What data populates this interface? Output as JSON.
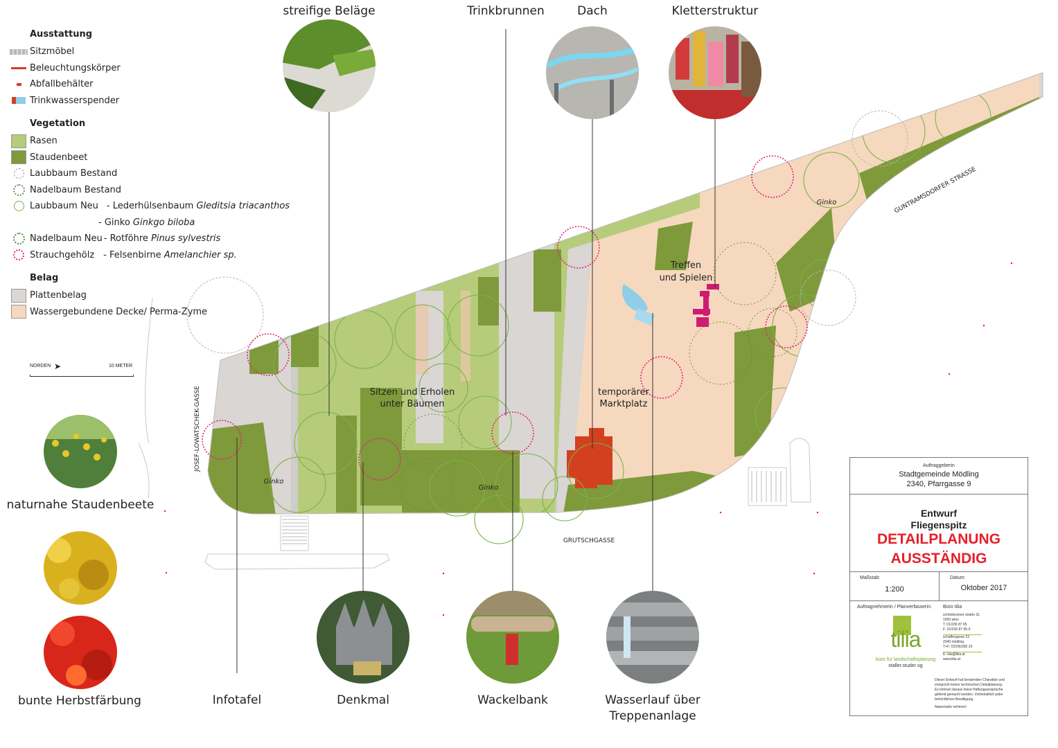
{
  "legend": {
    "ausstattung": {
      "title": "Ausstattung",
      "items": [
        {
          "label": "Sitzmöbel",
          "icon": "bench-icon"
        },
        {
          "label": "Beleuchtungskörper",
          "icon": "light-line-icon"
        },
        {
          "label": "Abfallbehälter",
          "icon": "bin-icon"
        },
        {
          "label": "Trinkwasserspender",
          "icon": "water-dispenser-icon"
        }
      ]
    },
    "vegetation": {
      "title": "Vegetation",
      "rasen": "Rasen",
      "staudenbeet": "Staudenbeet",
      "laubbaum_bestand": "Laubbaum Bestand",
      "nadelbaum_bestand": "Nadelbaum Bestand",
      "laubbaum_neu": "Laubbaum Neu",
      "laubbaum_neu_1_prefix": "- Lederhülsenbaum ",
      "laubbaum_neu_1_latin": "Gleditsia triacanthos",
      "laubbaum_neu_2_prefix": "- Ginko ",
      "laubbaum_neu_2_latin": "Ginkgo biloba",
      "nadelbaum_neu": "Nadelbaum Neu",
      "nadelbaum_neu_prefix": "- Rotföhre ",
      "nadelbaum_neu_latin": "Pinus sylvestris",
      "strauch": "Strauchgehölz",
      "strauch_prefix": "- Felsenbirne ",
      "strauch_latin": "Amelanchier sp."
    },
    "belag": {
      "title": "Belag",
      "platten": "Plattenbelag",
      "wasser": "Wassergebundene Decke/ Perma-Zyme"
    }
  },
  "scale": {
    "north": "NORDEN",
    "meter": "10 METER"
  },
  "colors": {
    "rasen": "#b6cc7a",
    "staudenbeet": "#7f9a3a",
    "platten": "#d9d6d4",
    "wasser": "#f6d8be",
    "shrub": "#e0237e",
    "tree": "#79b34a",
    "accent_red": "#d3401f",
    "water": "#8fcde8",
    "magenta": "#d01b74"
  },
  "top_captions": {
    "belaege": "streifige Beläge",
    "trinkbrunnen": "Trinkbrunnen",
    "dach": "Dach",
    "kletter": "Kletterstruktur"
  },
  "left_captions": {
    "stauden": "naturnahe Staudenbeete",
    "herbst": "bunte Herbstfärbung"
  },
  "bottom_captions": {
    "infotafel": "Infotafel",
    "denkmal": "Denkmal",
    "wackelbank": "Wackelbank",
    "wasserlauf_1": "Wasserlauf über",
    "wasserlauf_2": "Treppenanlage"
  },
  "plan_labels": {
    "sitzen_1": "Sitzen und Erholen",
    "sitzen_2": "unter Bäumen",
    "markt_1": "temporärer",
    "markt_2": "Marktplatz",
    "treffen_1": "Treffen",
    "treffen_2": "und Spielen",
    "ginko_a": "Ginko",
    "ginko_b": "Ginko",
    "ginko_c": "Ginko",
    "street_josef": "JOSEF-LOWATSCHEK-GASSE",
    "street_grutsch": "GRUTSCHGASSE",
    "street_guntrams": "GUNTRAMSDORFER STRASSE"
  },
  "title_block": {
    "auftraggeberin": "Auftraggeberin",
    "client_1": "Stadtgemeinde Mödling",
    "client_2": "2340, Pfarrgasse 9",
    "entwurf_1": "Entwurf",
    "entwurf_2": "Fliegenspitz",
    "detail_1": "DETAILPLANUNG",
    "detail_2": "AUSSTÄNDIG",
    "massstab_label": "Maßstab:",
    "massstab": "1:200",
    "datum_label": "Datum:",
    "datum": "Oktober 2017",
    "auftragnehmer_label": "Auftragnehmerin / Planverfasserin:",
    "buero": "Büro tilia",
    "addr_1": "schönbrunner straße 31",
    "addr_2": "1050 wien",
    "addr_3": "T: 01/236 87 95",
    "addr_4": "F: 01/236 87 95-9",
    "addr_5": "schaffergasse 23",
    "addr_6": "2340 mödling",
    "addr_7": "T+F: 02236/282 23",
    "addr_8": "E: tilia@tilia.at",
    "addr_9": "www.tilia.at",
    "logo_word": "tilia",
    "logo_sub": "büro für landschaftsplanung",
    "logo_sub2": "staller.studer og",
    "note_1": "Dieser Entwurf hat beratenden Charakter und",
    "note_2": "entspricht keiner technischen Detailplanung.",
    "note_3": "Es können daraus keine Haftungsansprüche",
    "note_4": "geltend gemacht werden. Vorbehaltlich jeder",
    "note_5": "behördlichen Bewilligung.",
    "note_6": "Naturmaße nehmen!"
  }
}
